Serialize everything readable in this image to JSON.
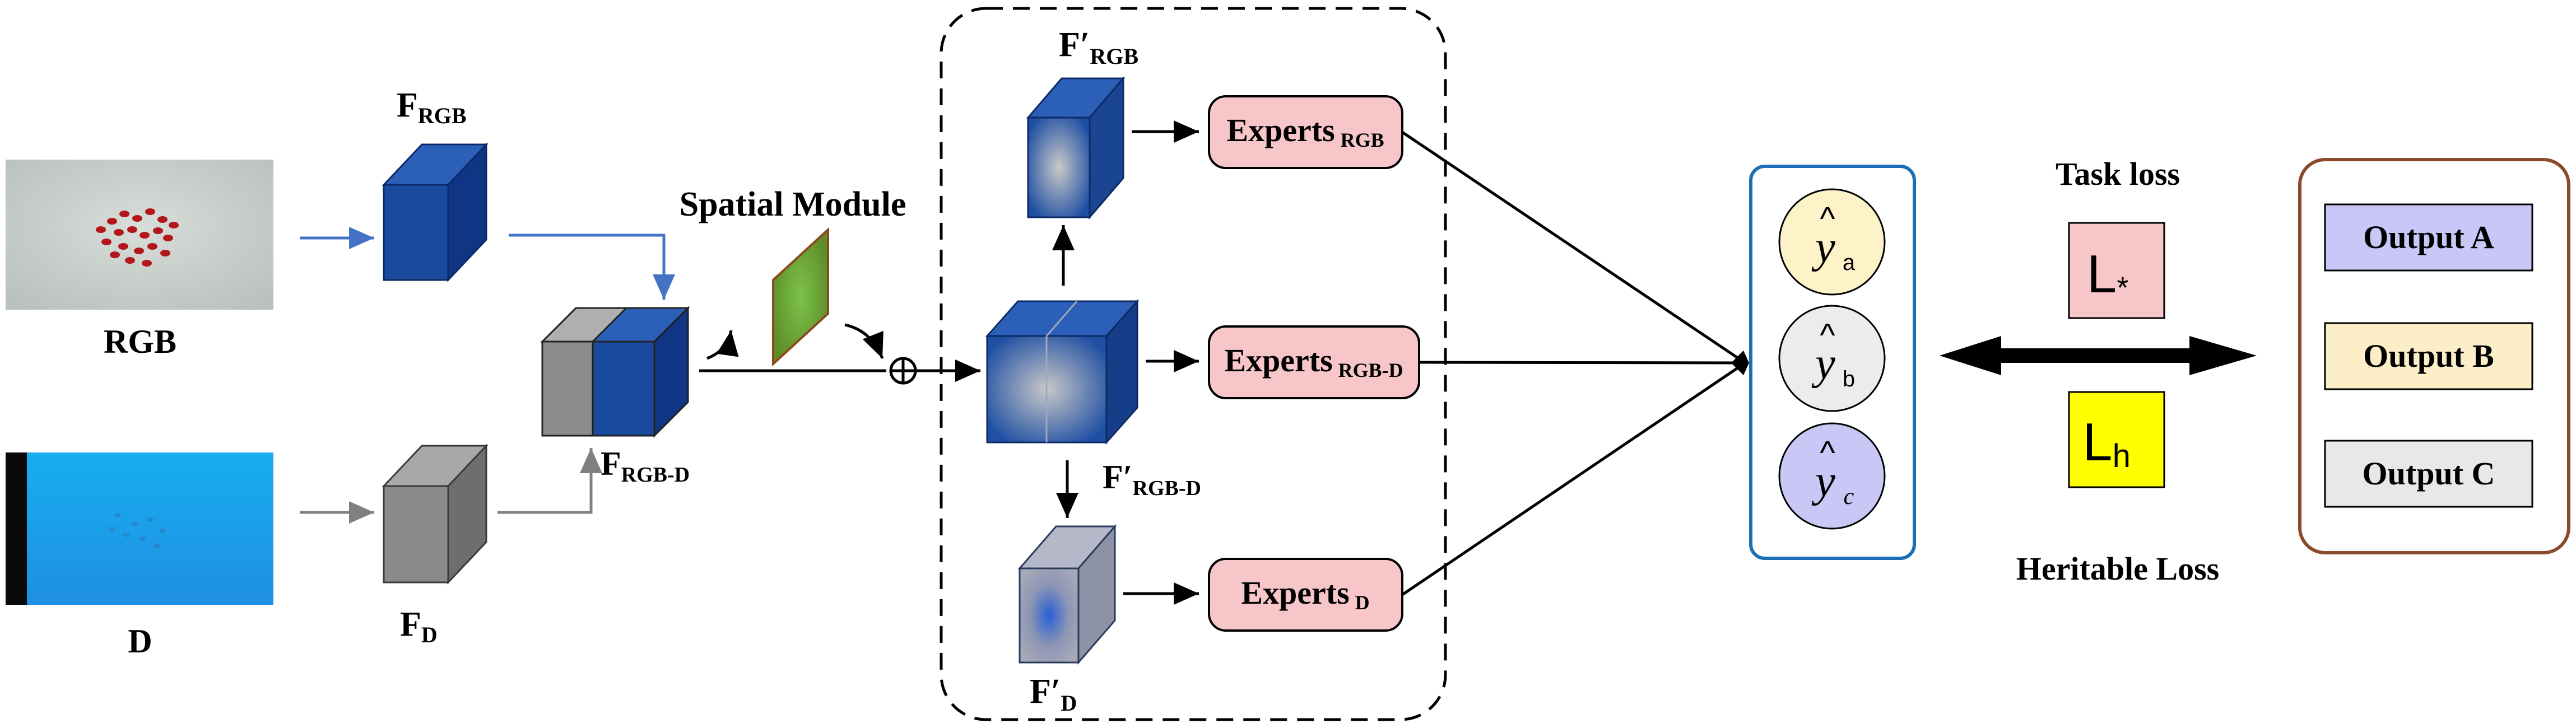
{
  "inputs": {
    "rgb_label": "RGB",
    "depth_label": "D"
  },
  "features": {
    "f_rgb_main": "F",
    "f_rgb_sub": "RGB",
    "f_d_main": "F",
    "f_d_sub": "D",
    "f_rgbd_main": "F",
    "f_rgbd_sub": "RGB-D"
  },
  "spatial_module_label": "Spatial Module",
  "fusion_symbol": "⊕",
  "refined": {
    "rgb_main": "F′",
    "rgb_sub": "RGB",
    "rgbd_main": "F′",
    "rgbd_sub": "RGB-D",
    "d_main": "F′",
    "d_sub": "D"
  },
  "experts": {
    "rgb_main": "Experts",
    "rgb_sub": "RGB",
    "rgbd_main": "Experts",
    "rgbd_sub": "RGB-D",
    "d_main": "Experts",
    "d_sub": "D"
  },
  "predictions": {
    "hat": "^",
    "y": "y",
    "a_sub": "a",
    "b_sub": "b",
    "c_sub": "c"
  },
  "losses": {
    "task_loss_label": "Task loss",
    "task_symbol": "L",
    "task_sub": "*",
    "heritable_symbol": "L",
    "heritable_sub": "h",
    "heritable_loss_label": "Heritable Loss"
  },
  "outputs": {
    "a": "Output A",
    "b": "Output B",
    "c": "Output C"
  },
  "colors": {
    "rgb_blue": "#1a4a9e",
    "depth_gray": "#8a8a8a",
    "expert_fill": "#f7c6c9",
    "pred_a": "#fdf2c8",
    "pred_b": "#ececec",
    "pred_c": "#c9c7f5",
    "out_a": "#c9c7f7",
    "out_b": "#fcefc8",
    "out_c": "#e8e8e8",
    "task_loss": "#f7c6c9",
    "heritable_loss": "#ffff00",
    "pred_border": "#1b6fb5",
    "out_border": "#8b4a2b"
  }
}
